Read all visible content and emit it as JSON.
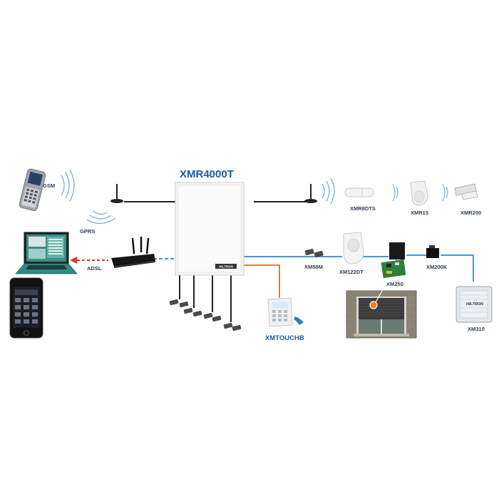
{
  "diagram": {
    "main_unit": "XMR4000T",
    "main_unit_badge": "HILTRON",
    "wireless": {
      "gsm": "GSM",
      "gprs": "GPRS"
    },
    "network": {
      "adsl": "ADSL"
    },
    "keypad": "XMTOUCHB",
    "wireless_devices": [
      "XMR8DTS",
      "XMR15",
      "XMR200"
    ],
    "bus_devices": {
      "xm58m": "XM58M",
      "xm122dt": "XM122DT",
      "xm250": "XM250",
      "xm200k": "XM200K",
      "xm310": "XM310",
      "siren_badge": "HILTRON"
    },
    "colors": {
      "bus_line": "#3b9fd8",
      "keypad_line": "#e0802a",
      "adsl_arrow": "#d83a2a",
      "title_color": "#1b5aa6"
    }
  }
}
